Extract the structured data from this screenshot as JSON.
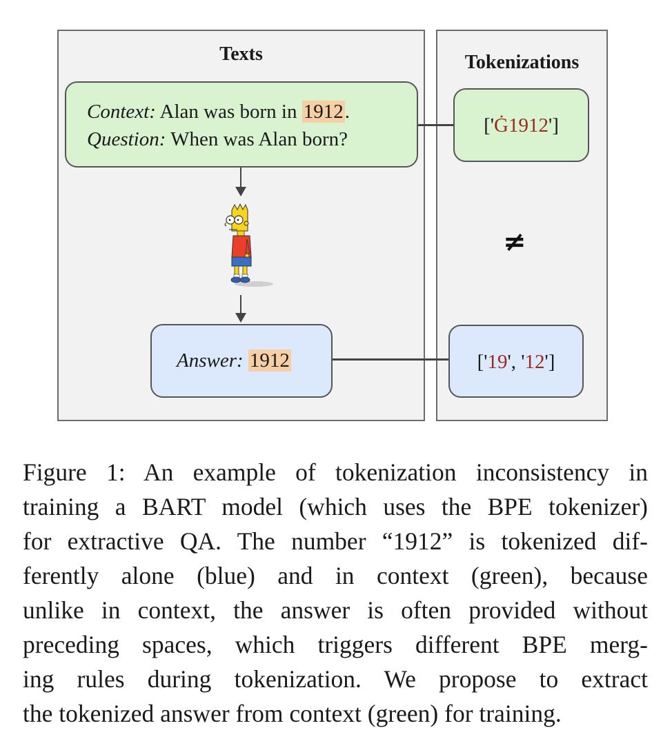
{
  "figure": {
    "texts_panel_title": "Texts",
    "tokenizations_panel_title": "Tokenizations",
    "context": {
      "label": "Context:",
      "text_before": "Alan was born in",
      "highlight": "1912",
      "text_after": "."
    },
    "question": {
      "label": "Question:",
      "text": "When was Alan born?"
    },
    "answer": {
      "label": "Answer:",
      "highlight": "1912"
    },
    "tokenization_context": {
      "open": "['",
      "token": "Ġ1912",
      "close": "']"
    },
    "tokenization_answer": {
      "open": "['",
      "token_1": "19",
      "sep": "', '",
      "token_2": "12",
      "close": "']"
    },
    "not_equal_symbol": "≠",
    "colors": {
      "context_box": "#d9f2d0",
      "answer_box": "#dce8fb",
      "highlight": "#f7cfa5",
      "token_text": "#9a2a1c"
    }
  },
  "caption": {
    "lines": [
      "Figure 1: An example of tokenization inconsistency in",
      "training a BART model (which uses the BPE tokenizer)",
      "for extractive QA. The number “1912” is tokenized dif-",
      "ferently alone (blue) and in context (green), because",
      "unlike in context, the answer is often provided without",
      "preceding spaces, which triggers different BPE merg-",
      "ing rules during tokenization.  We propose to extract",
      "the tokenized answer from context (green) for training."
    ]
  }
}
